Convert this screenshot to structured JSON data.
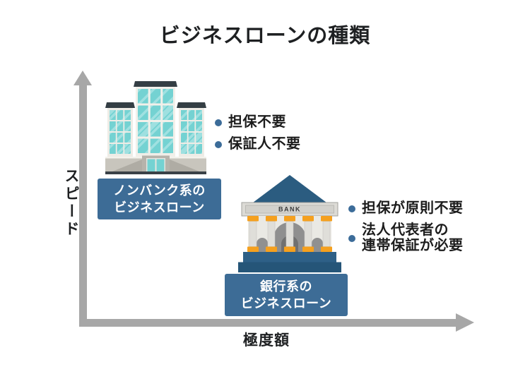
{
  "title": "ビジネスローンの種類",
  "axes": {
    "y_label": "スピード",
    "x_label": "極度額"
  },
  "nonbank": {
    "label_line1": "ノンバンク系の",
    "label_line2": "ビジネスローン",
    "bullets": {
      "b1": "担保不要",
      "b2": "保証人不要"
    }
  },
  "bank": {
    "sign": "BANK",
    "label_line1": "銀行系の",
    "label_line2": "ビジネスローン",
    "bullets": {
      "b1": "担保が原則不要",
      "b2_line1": "法人代表者の",
      "b2_line2": "連帯保証が必要"
    }
  },
  "colors": {
    "accent_blue": "#3d6c96",
    "bullet_blue": "#3c6c99",
    "axis_gray": "#a7a7a7",
    "text_dark": "#1e2022",
    "window_teal": "#74d2d2",
    "office_frame": "#f2f0ea",
    "office_base_gray": "#c8c5bd",
    "office_roof_dark": "#343e44",
    "bank_navy": "#2b5c80",
    "bank_orange": "#f5a01e",
    "bank_stone": "#dcdbd6"
  }
}
